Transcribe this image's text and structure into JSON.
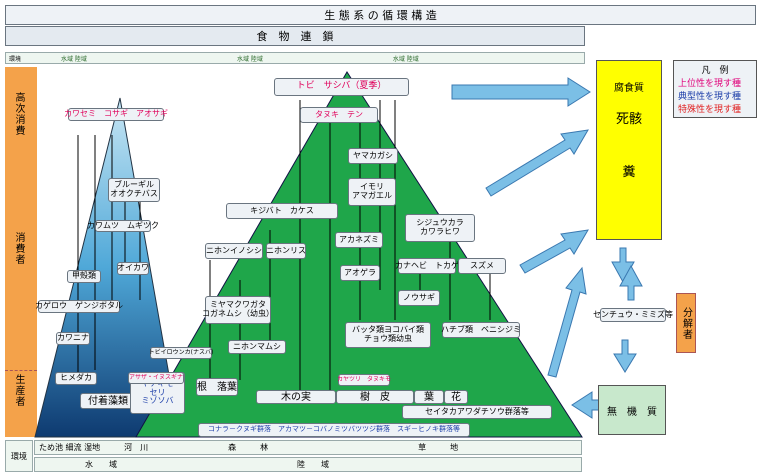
{
  "header": {
    "title": "生 態 系 の 循 環 構 造",
    "subtitle": "食　物　連　鎖",
    "tiny_left": "環境",
    "tiny_1": "水域 陸域",
    "tiny_2": "水域 陸域",
    "tiny_3": "水域 陸域"
  },
  "left_axis": {
    "env": "環境",
    "high": "高次消費",
    "consumer": "消費者",
    "producer": "生産者"
  },
  "legend": {
    "title": "凡　例",
    "upper": "上位性を現す種",
    "typical": "典型性を現す種",
    "special": "特殊性を現す種",
    "colors": {
      "upper": "#e0007a",
      "typical": "#1a3ca8",
      "special": "#e02020"
    }
  },
  "decomposers": {
    "label": "分解者",
    "organisms": "センチュウ・ミミズ等"
  },
  "right": {
    "decay_title": "腐食質",
    "dead": "死骸",
    "feces": "糞",
    "inorganic": "無　機　質"
  },
  "water_species": {
    "top": "カワセミ　コサギ　アオサギ",
    "bluegill": "ブルーギル\nオオクチバス",
    "kawamutsu": "カワムツ　ムギツク",
    "oikawa": "オイカワ",
    "kousaku": "甲殻類",
    "insects": "カゲロウ　ゲンジボタル",
    "kawanina": "カワニナ",
    "himedaka": "ヒメダカ",
    "algae": "付着藻類",
    "sedge": "ヤナギモ\nセリ\nミゾソバ"
  },
  "land_species": {
    "raptors": "トビ　サシバ（夏季）",
    "tanuki": "タヌキ　テン",
    "yamakagashi": "ヤマカガシ",
    "imori": "イモリ\nアマガエル",
    "kiji": "キジバト　カケス",
    "akanezumi": "アカネズミ",
    "shijukara": "シジュウカラ\nカワラヒワ",
    "nihonishi": "ニホンイノシシ",
    "nihonrisu": "ニホンリス",
    "aogera": "アオゲラ",
    "kanahebi": "カナヘビ　トカゲ",
    "suzume": "スズメ",
    "beetles": "ミヤマクワガタ\nコガネムシ（幼虫）",
    "nougisu": "ノウサギ",
    "nihonmamushi": "ニホンマムシ",
    "moths": "バッタ類ヨコバイ類\nチョウ類幼虫",
    "hachi": "ハチブ類　ベニシジミ",
    "tobi_inago": "トビイロウンカ(ナスバ)",
    "kayatsuri": "カヤツリ　タヌキモ",
    "leaves": "根　落葉",
    "nuts": "木の実",
    "bark": "樹　皮",
    "leaf": "葉",
    "flower": "花",
    "grasses": "セイタカアワダチソウ群落等",
    "communities": "コナラ－クヌギ群落　アカマツ－コバノミツバツツジ群落　スギ－ヒノキ群落等",
    "special_bottom": "アサザ・イヌスギナ"
  },
  "bottom": {
    "env": "環境",
    "row1_a": "ため池 細流 湿地",
    "row1_b": "河　川",
    "row1_c": "森　　　林",
    "row1_d": "草　　　地",
    "row2_a": "水　　域",
    "row2_b": "陸　　域"
  }
}
